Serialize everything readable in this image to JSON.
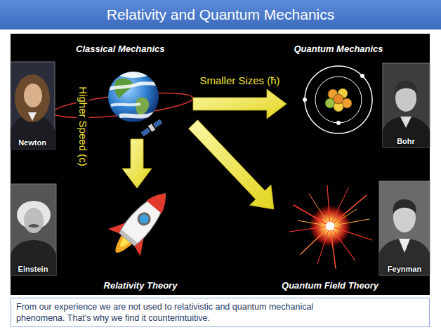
{
  "diagram": {
    "title": "Relativity and Quantum Mechanics",
    "caption": "From our experience we are not used to relativistic and quantum mechanical phenomena. That's why we find it counterintuitive.",
    "nodes": [
      {
        "text": [
          "Classical Mechanics"
        ]
      },
      {
        "text": [
          "Quantum Mechanics"
        ]
      },
      {
        "text": [
          "Relativity Theory"
        ]
      },
      {
        "text": [
          "Quantum Field Theory"
        ]
      }
    ],
    "edges": [
      {
        "from": 0,
        "to": 1,
        "arrow": "to",
        "label": "Smaller Sizes (ħ)"
      },
      {
        "from": 0,
        "to": 2,
        "arrow": "to",
        "label": "Higher Speed (c)"
      },
      {
        "from": 0,
        "to": 3,
        "arrow": "to"
      }
    ],
    "labels": [
      "Newton",
      "Bohr",
      "Einstein",
      "Feynman"
    ]
  }
}
